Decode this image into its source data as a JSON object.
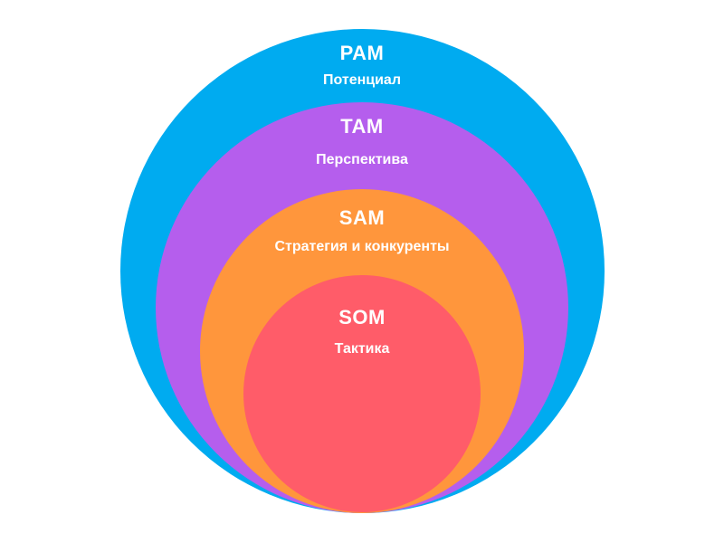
{
  "layers": [
    {
      "acronym": "PAM",
      "description": "Потенциал",
      "color": "#00ABF0"
    },
    {
      "acronym": "TAM",
      "description": "Перспектива",
      "color": "#B55EED"
    },
    {
      "acronym": "SAM",
      "description": "Стратегия и конкуренты",
      "color": "#FF963C"
    },
    {
      "acronym": "SOM",
      "description": "Тактика",
      "color": "#FF5C69"
    }
  ]
}
